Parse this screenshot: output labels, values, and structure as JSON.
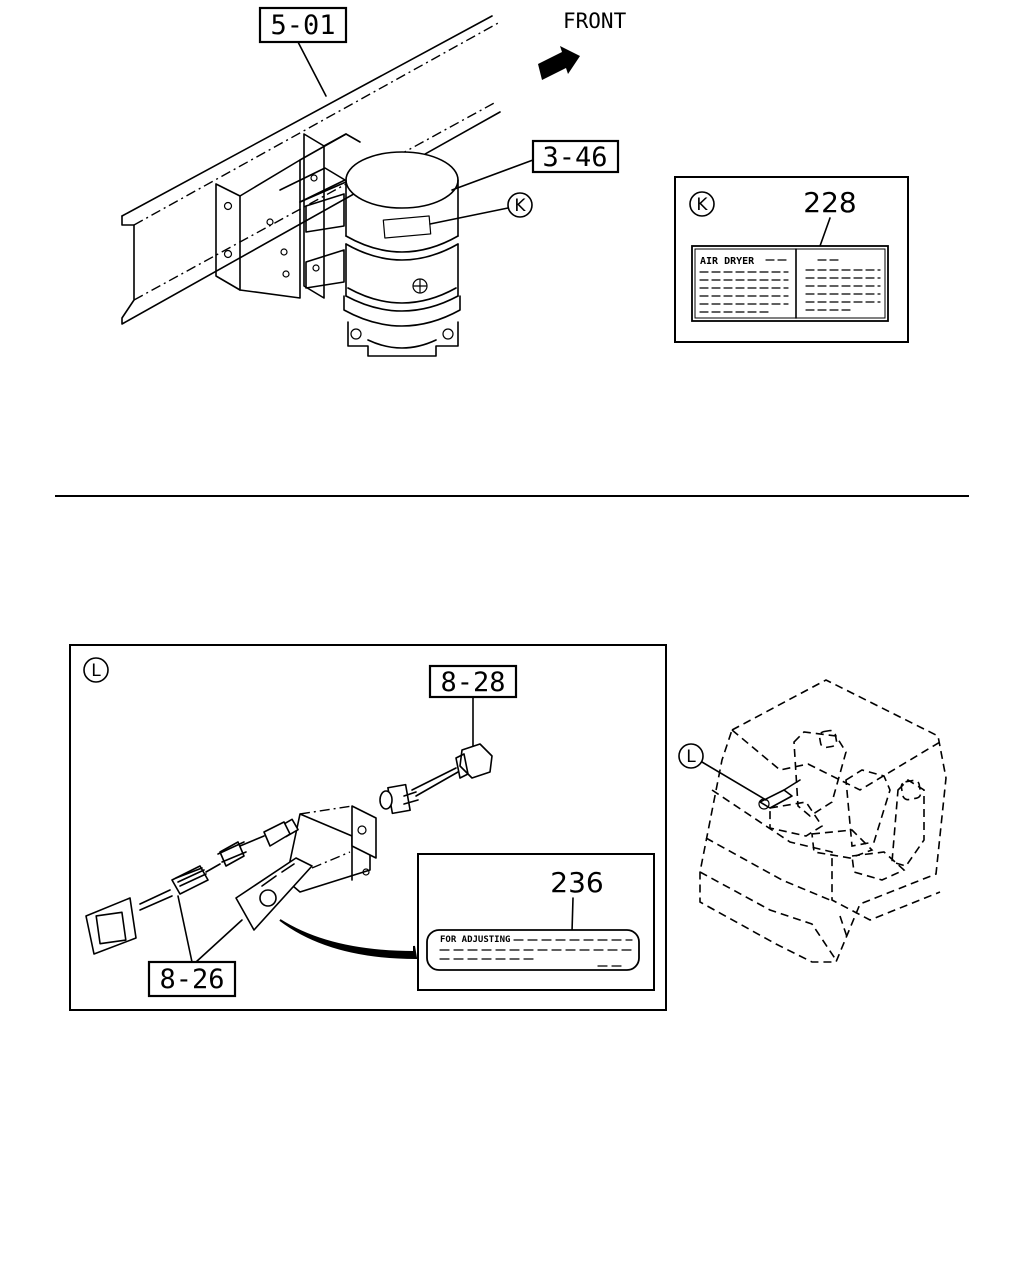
{
  "top_section": {
    "front_label": "FRONT",
    "callouts": {
      "frame_ref": "5-01",
      "dryer_ref": "3-46"
    },
    "marker_k": "K"
  },
  "detail_k": {
    "marker": "K",
    "part_number": "228",
    "label_text": "AIR DRYER"
  },
  "detail_l": {
    "marker": "L",
    "part_number": "236",
    "label_text": "FOR ADJUSTING",
    "callouts": {
      "connector_ref": "8-28",
      "cable_ref": "8-26"
    }
  },
  "cab_view": {
    "marker": "L"
  }
}
